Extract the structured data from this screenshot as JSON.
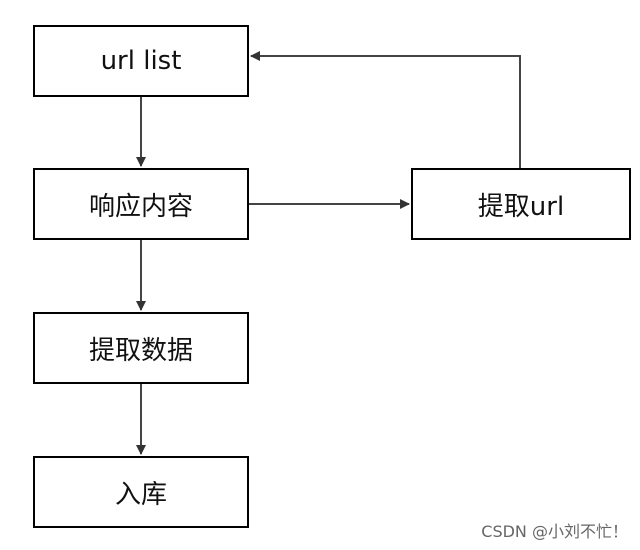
{
  "nodes": {
    "url_list": "url list",
    "response": "响应内容",
    "extract_url": "提取url",
    "extract_data": "提取数据",
    "store": "入库"
  },
  "edges": [
    {
      "from": "url_list",
      "to": "response"
    },
    {
      "from": "response",
      "to": "extract_data"
    },
    {
      "from": "extract_data",
      "to": "store"
    },
    {
      "from": "response",
      "to": "extract_url"
    },
    {
      "from": "extract_url",
      "to": "url_list"
    }
  ],
  "colors": {
    "node_border": "#000000",
    "edge": "#444444",
    "watermark": "#666666"
  },
  "watermark": "CSDN @小刘不忙！"
}
